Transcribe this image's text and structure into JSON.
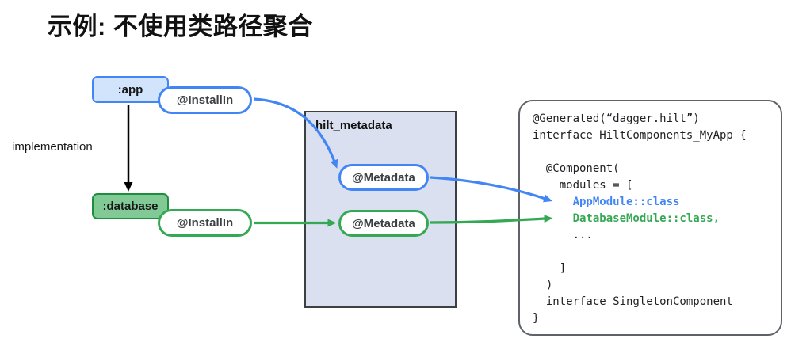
{
  "title": "示例: 不使用类路径聚合",
  "colors": {
    "blue": "#4285F4",
    "green": "#34A853",
    "blue_fill": "#D2E3FC",
    "green_fill": "#81C995",
    "metadata_fill": "#DAE0EF"
  },
  "labels": {
    "implementation": "implementation"
  },
  "nodes": {
    "app": ":app",
    "database": ":database",
    "installin_app": "@InstallIn",
    "installin_database": "@InstallIn",
    "metadata_app": "@Metadata",
    "metadata_database": "@Metadata",
    "metadata_box_title": "hilt_metadata"
  },
  "code": {
    "lines": [
      {
        "text": "@Generated(“dagger.hilt”)",
        "color": "default"
      },
      {
        "text": "interface HiltComponents_MyApp {",
        "color": "default"
      },
      {
        "text": "",
        "color": "default"
      },
      {
        "text": "  @Component(",
        "color": "default"
      },
      {
        "text": "    modules = [",
        "color": "default"
      },
      {
        "text": "      AppModule::class",
        "color": "blue"
      },
      {
        "text": "      DatabaseModule::class,",
        "color": "green"
      },
      {
        "text": "      ...",
        "color": "default"
      },
      {
        "text": "",
        "color": "default"
      },
      {
        "text": "    ]",
        "color": "default"
      },
      {
        "text": "  )",
        "color": "default"
      },
      {
        "text": "  interface SingletonComponent",
        "color": "default"
      },
      {
        "text": "}",
        "color": "default"
      }
    ]
  }
}
